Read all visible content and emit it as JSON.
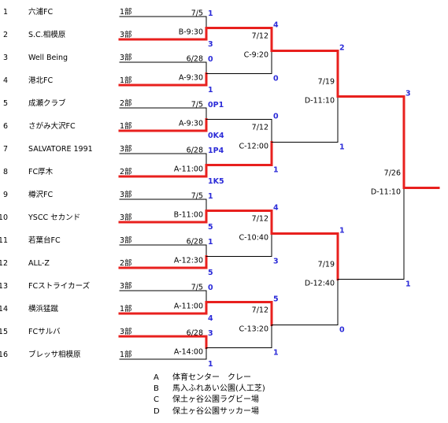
{
  "colors": {
    "win": "#e8201e",
    "line": "#000000",
    "score": "#2b2bd8",
    "text": "#000000"
  },
  "teams": [
    {
      "seed": "1",
      "name": "六浦FC",
      "division": "1部"
    },
    {
      "seed": "2",
      "name": "S.C.相模原",
      "division": "3部"
    },
    {
      "seed": "3",
      "name": "Well Being",
      "division": "3部"
    },
    {
      "seed": "4",
      "name": "港北FC",
      "division": "1部"
    },
    {
      "seed": "5",
      "name": "成瀬クラブ",
      "division": "2部"
    },
    {
      "seed": "6",
      "name": "さがみ大沢FC",
      "division": "1部"
    },
    {
      "seed": "7",
      "name": "SALVATORE 1991",
      "division": "3部"
    },
    {
      "seed": "8",
      "name": "FC厚木",
      "division": "2部"
    },
    {
      "seed": "9",
      "name": "樽沢FC",
      "division": "3部"
    },
    {
      "seed": "10",
      "name": "YSCC セカンド",
      "division": "3部"
    },
    {
      "seed": "11",
      "name": "若葉台FC",
      "division": "3部"
    },
    {
      "seed": "12",
      "name": "ALL-Z",
      "division": "2部"
    },
    {
      "seed": "13",
      "name": "FCストライカーズ",
      "division": "3部"
    },
    {
      "seed": "14",
      "name": "横浜猛蹴",
      "division": "1部"
    },
    {
      "seed": "15",
      "name": "FCサルバ",
      "division": "3部"
    },
    {
      "seed": "16",
      "name": "ブレッサ相模原",
      "division": "1部"
    }
  ],
  "matches": [
    {
      "date": "7/5",
      "slot": "B-9:30",
      "top_score": "1",
      "bottom_score": "3",
      "winner": "bottom"
    },
    {
      "date": "6/28",
      "slot": "A-9:30",
      "top_score": "0",
      "bottom_score": "1",
      "winner": "bottom"
    },
    {
      "date": "7/5",
      "slot": "A-9:30",
      "top_score": "0P1",
      "bottom_score": "0K4",
      "winner": "bottom"
    },
    {
      "date": "6/28",
      "slot": "A-11:00",
      "top_score": "1P4",
      "bottom_score": "1K5",
      "winner": "bottom"
    },
    {
      "date": "7/5",
      "slot": "B-11:00",
      "top_score": "1",
      "bottom_score": "5",
      "winner": "bottom"
    },
    {
      "date": "6/28",
      "slot": "A-12:30",
      "top_score": "1",
      "bottom_score": "5",
      "winner": "bottom"
    },
    {
      "date": "7/5",
      "slot": "A-11:00",
      "top_score": "0",
      "bottom_score": "4",
      "winner": "bottom"
    },
    {
      "date": "6/28",
      "slot": "A-14:00",
      "top_score": "3",
      "bottom_score": "1",
      "winner": "top"
    },
    {
      "date": "7/12",
      "slot": "C-9:20",
      "top_score": "4",
      "bottom_score": "0",
      "winner": "top"
    },
    {
      "date": "7/12",
      "slot": "C-12:00",
      "top_score": "0",
      "bottom_score": "1",
      "winner": "bottom"
    },
    {
      "date": "7/12",
      "slot": "C-10:40",
      "top_score": "4",
      "bottom_score": "3",
      "winner": "top"
    },
    {
      "date": "7/12",
      "slot": "C-13:20",
      "top_score": "5",
      "bottom_score": "1",
      "winner": "top"
    },
    {
      "date": "7/19",
      "slot": "D-11:10",
      "top_score": "2",
      "bottom_score": "1",
      "winner": "top"
    },
    {
      "date": "7/19",
      "slot": "D-12:40",
      "top_score": "1",
      "bottom_score": "0",
      "winner": "top"
    },
    {
      "date": "7/26",
      "slot": "D-11:10",
      "top_score": "3",
      "bottom_score": "1",
      "winner": "top"
    }
  ],
  "legend": [
    {
      "code": "A",
      "venue": "体育センター　クレー"
    },
    {
      "code": "B",
      "venue": "馬入ふれあい公園(人工芝)"
    },
    {
      "code": "C",
      "venue": "保土ヶ谷公園ラグビー場"
    },
    {
      "code": "D",
      "venue": "保土ヶ谷公園サッカー場"
    }
  ]
}
